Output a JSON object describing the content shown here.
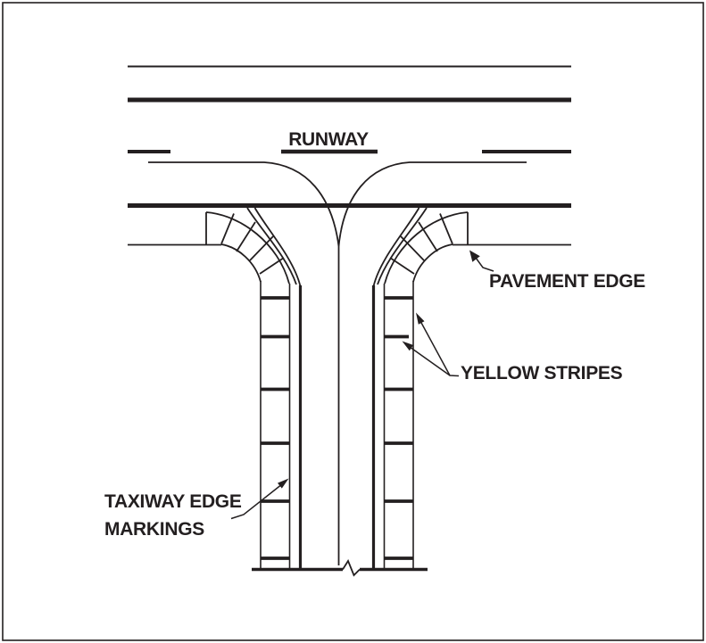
{
  "figure": {
    "labels": {
      "runway": "RUNWAY",
      "pavement_edge": "PAVEMENT EDGE",
      "yellow_stripes": "YELLOW STRIPES",
      "taxiway_edge_markings_line1": "TAXIWAY EDGE",
      "taxiway_edge_markings_line2": "MARKINGS"
    }
  },
  "colors": {
    "ink": "#231f20",
    "background": "#ffffff"
  }
}
